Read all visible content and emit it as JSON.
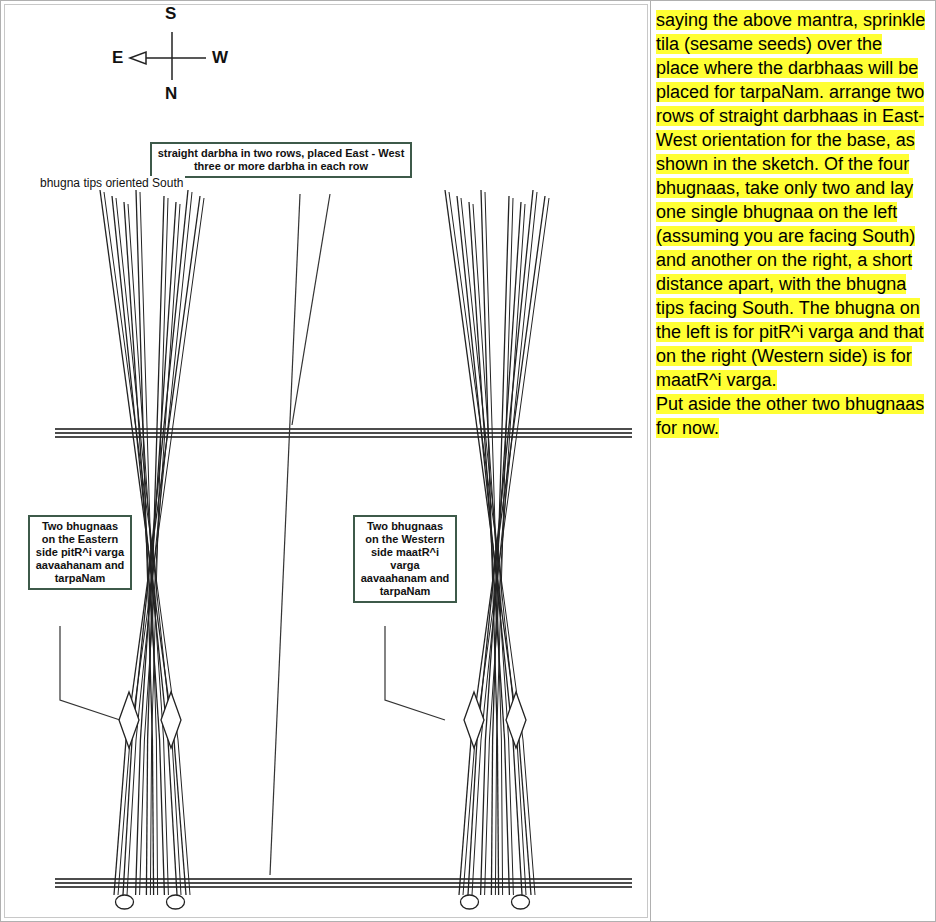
{
  "diagram": {
    "nodes": [
      {
        "text": [
          "straight darbha in two rows, placed East - West three or more darbha in each row"
        ]
      },
      {
        "text": [
          "Two bhugnaas on the Eastern side pitR^i varga aavaahanam and tarpaNam"
        ]
      },
      {
        "text": [
          "Two bhugnaas on the Western side maatR^i varga aavaahanam and tarpaNam"
        ]
      }
    ],
    "labels": [
      "S",
      "E",
      "W",
      "N",
      "bhugna tips oriented South",
      "saying the above mantra, sprinkle tila (sesame seeds) over the place where the darbhaas will be placed for tarpaNam. arrange two rows of straight darbhaas in East-West orientation for the base, as shown in the sketch. Of the four bhugnaas, take only two and lay one single bhugnaa on the left (assuming you are facing South) and another on the right, a short distance apart, with the bhugna tips facing South. The bhugna on the left is for pitR^i varga and that on the right (Western side) is for maatR^i varga.",
      "Put aside the other two bhugnaas for now."
    ]
  }
}
